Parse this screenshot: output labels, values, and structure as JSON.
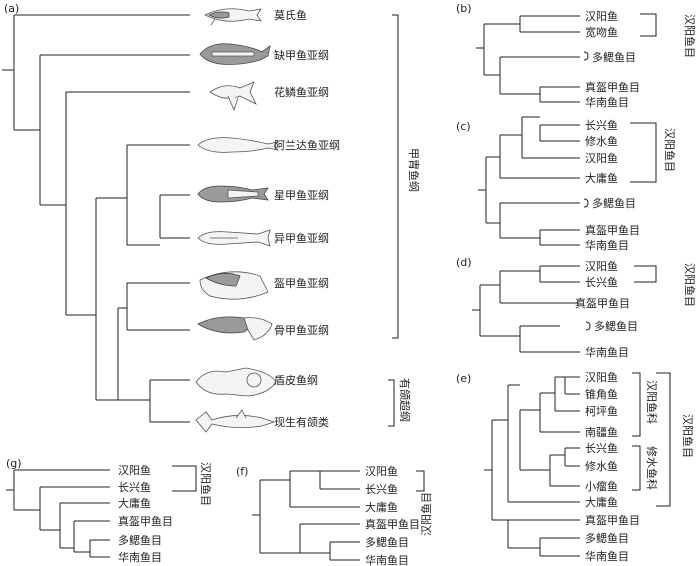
{
  "figure": {
    "panels": {
      "a": {
        "label": "(a)",
        "taxa": [
          "莫氏鱼",
          "缺甲鱼亚纲",
          "花鳞鱼亚纲",
          "阿兰达鱼亚纲",
          "星甲鱼亚纲",
          "异甲鱼亚纲",
          "盔甲鱼亚纲",
          "骨甲鱼亚纲",
          "盾皮鱼纲",
          "现生有颌类"
        ],
        "group_main": "甲胄鱼纲",
        "group_sub": "有颌超纲"
      },
      "b": {
        "label": "(b)",
        "taxa": [
          "汉阳鱼",
          "宽吻鱼",
          "多鳃鱼目",
          "真盔甲鱼目",
          "华南鱼目"
        ],
        "group": "汉阳鱼目"
      },
      "c": {
        "label": "(c)",
        "taxa": [
          "长兴鱼",
          "修水鱼",
          "汉阳鱼",
          "大庸鱼",
          "多鳃鱼目",
          "真盔甲鱼目",
          "华南鱼目"
        ],
        "group": "汉阳鱼目"
      },
      "d": {
        "label": "(d)",
        "taxa": [
          "汉阳鱼",
          "长兴鱼",
          "真盔甲鱼目",
          "多鳃鱼目",
          "华南鱼目"
        ],
        "group": "汉阳鱼目"
      },
      "e": {
        "label": "(e)",
        "taxa": [
          "汉阳鱼",
          "锥角鱼",
          "柯坪鱼",
          "南疆鱼",
          "长兴鱼",
          "修水鱼",
          "小瘤鱼",
          "大庸鱼",
          "真盔甲鱼目",
          "多鳃鱼目",
          "华南鱼目"
        ],
        "subgroup_1": "汉阳鱼科",
        "subgroup_2": "修水鱼科",
        "group": "汉阳鱼目"
      },
      "f": {
        "label": "(f)",
        "taxa": [
          "汉阳鱼",
          "长兴鱼",
          "大庸鱼",
          "真盔甲鱼目",
          "多鳃鱼目",
          "华南鱼目"
        ],
        "group": "汉阳鱼目"
      },
      "g": {
        "label": "(g)",
        "taxa": [
          "汉阳鱼",
          "长兴鱼",
          "大庸鱼",
          "真盔甲鱼目",
          "多鳃鱼目",
          "华南鱼目"
        ],
        "group": "汉阳鱼目"
      }
    },
    "fish_icons": [
      "galeaspid-fish-icon",
      "anaspid-fish-icon",
      "thelodont-fish-icon",
      "arandaspid-fish-icon",
      "astraspid-fish-icon",
      "heterostracan-fish-icon",
      "galeaspid-head-icon",
      "osteostracan-fish-icon",
      "placoderm-fish-icon",
      "shark-icon"
    ]
  }
}
